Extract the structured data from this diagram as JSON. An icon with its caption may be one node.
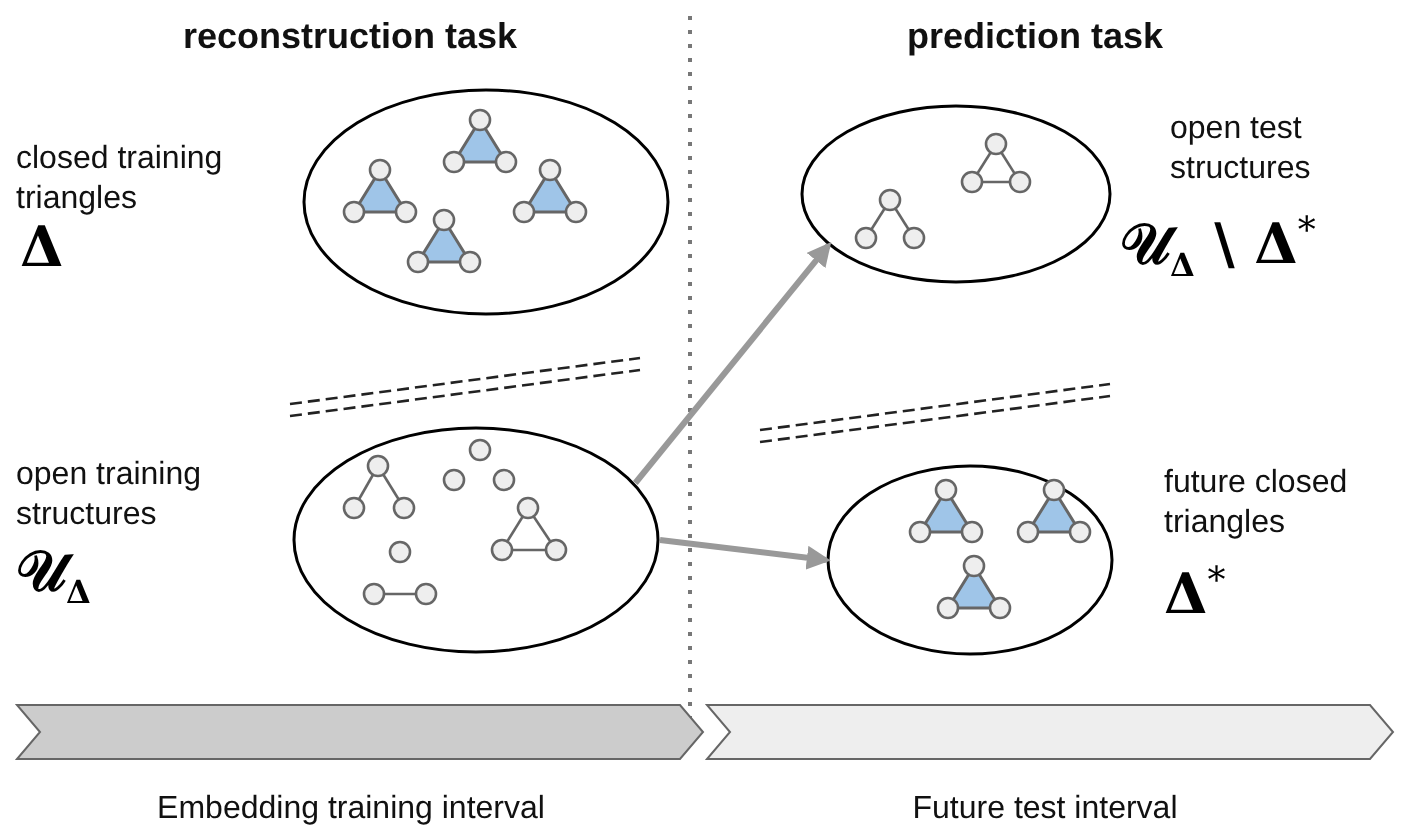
{
  "diagram": {
    "nodes": [
      {
        "text": [],
        "shape": "ellipse",
        "beside": [
          "closed training triangles",
          "Δ"
        ]
      },
      {
        "text": [],
        "shape": "ellipse",
        "beside": [
          "open training structures",
          "𝒰$_{Δ}$"
        ]
      },
      {
        "text": [],
        "shape": "ellipse",
        "beside": [
          "open test structures",
          "𝒰$_{Δ}$ \\ Δ$^{*}$"
        ]
      },
      {
        "text": [],
        "shape": "ellipse",
        "beside": [
          "future closed triangles",
          "Δ$^{*}$"
        ]
      },
      {
        "text": [],
        "shape": "bar",
        "beside": [
          "Embedding training interval"
        ]
      },
      {
        "text": [],
        "shape": "bar",
        "beside": [
          "Future test interval"
        ]
      }
    ],
    "edges": [
      {
        "from": 1,
        "to": 2,
        "arrow": "to"
      },
      {
        "from": 1,
        "to": 3,
        "arrow": "to"
      }
    ],
    "labels": [
      "reconstruction task",
      "prediction task"
    ]
  }
}
